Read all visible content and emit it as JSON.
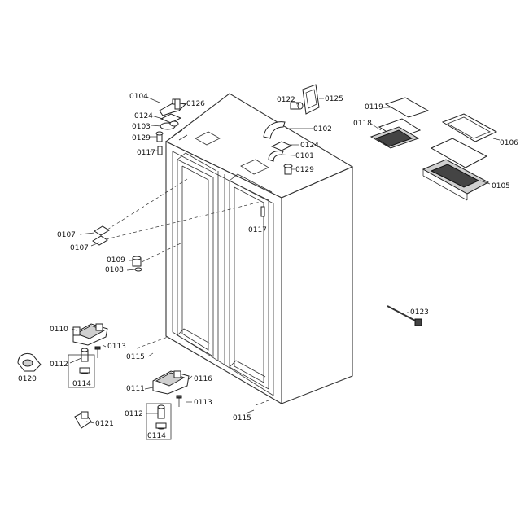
{
  "diagram": {
    "labels": {
      "p0101": "0101",
      "p0102": "0102",
      "p0103": "0103",
      "p0104": "0104",
      "p0105": "0105",
      "p0106": "0106",
      "p0107a": "0107",
      "p0107b": "0107",
      "p0108": "0108",
      "p0109": "0109",
      "p0110": "0110",
      "p0111": "0111",
      "p0112a": "0112",
      "p0112b": "0112",
      "p0113a": "0113",
      "p0113b": "0113",
      "p0114a": "0114",
      "p0114b": "0114",
      "p0115a": "0115",
      "p0115b": "0115",
      "p0116": "0116",
      "p0117a": "0117",
      "p0117b": "0117",
      "p0118": "0118",
      "p0119": "0119",
      "p0120": "0120",
      "p0121": "0121",
      "p0122": "0122",
      "p0123": "0123",
      "p0124a": "0124",
      "p0124b": "0124",
      "p0125": "0125",
      "p0126": "0126",
      "p0129a": "0129",
      "p0129b": "0129"
    },
    "colors": {
      "ink": "#222222",
      "background": "#ffffff",
      "shade": "#cfcfcf"
    }
  }
}
